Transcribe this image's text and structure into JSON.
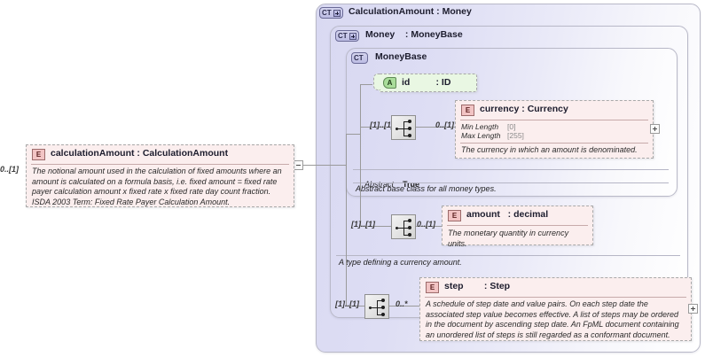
{
  "diagram": {
    "type": "xsd-schema-diagram",
    "colors": {
      "element_fill": "#fbeeee",
      "element_badge": "#f2c4c4",
      "attribute_fill": "#e9f7e3",
      "attribute_badge": "#a9dd9a",
      "complextype_fill": "#d9d9f2",
      "complextype_badge": "#bcbce4",
      "connector_line": "#9a9a9a"
    }
  },
  "left_element": {
    "badge": "E",
    "cardinality": "0..[1]",
    "title": "calculationAmount : CalculationAmount",
    "description": "The notional amount used in the calculation of fixed amounts where an amount is calculated on a formula basis, i.e. fixed amount = fixed rate payer calculation amount x fixed rate x fixed rate day count fraction. ISDA 2003 Term: Fixed Rate Payer Calculation Amount.",
    "toggle": "collapse-minus"
  },
  "outer_complextype": {
    "badge": "CT",
    "badge_has_plus": true,
    "title": "CalculationAmount : Money"
  },
  "middle_complextype": {
    "badge": "CT",
    "badge_has_plus": true,
    "title": "Money    : MoneyBase"
  },
  "inner_complextype": {
    "badge": "CT",
    "badge_has_plus": false,
    "title": "MoneyBase",
    "abstract_label": "Abstract",
    "abstract_value": "True",
    "description": "Abstract base class for all money types."
  },
  "money_description": "A type defining a currency amount.",
  "id_attribute": {
    "badge": "A",
    "title": "id          : ID"
  },
  "currency_element": {
    "badge": "E",
    "title": "currency : Currency",
    "cardinality_in": "[1]..[1]",
    "cardinality_out": "0..[1]",
    "facets": [
      {
        "name": "Min Length",
        "value": "[0]"
      },
      {
        "name": "Max Length",
        "value": "[255]"
      }
    ],
    "description": "The currency in which an amount is denominated.",
    "toggle": "expand-plus"
  },
  "amount_element": {
    "badge": "E",
    "title": "amount   : decimal",
    "cardinality_in": "[1]..[1]",
    "cardinality_out": "0..[1]",
    "description": "The monetary quantity in currency units."
  },
  "step_element": {
    "badge": "E",
    "title": "step        : Step",
    "cardinality_in": "[1]..[1]",
    "cardinality_out": "0..*",
    "description": "A schedule of step date and value pairs. On each step date the associated step value becomes effective. A list of steps may be ordered in the document by ascending step date. An FpML document containing an unordered list of steps is still regarded as a conformant document.",
    "toggle": "expand-plus"
  },
  "compositors": [
    {
      "name": "sequence-compositor-currency"
    },
    {
      "name": "sequence-compositor-amount"
    },
    {
      "name": "sequence-compositor-step"
    }
  ]
}
